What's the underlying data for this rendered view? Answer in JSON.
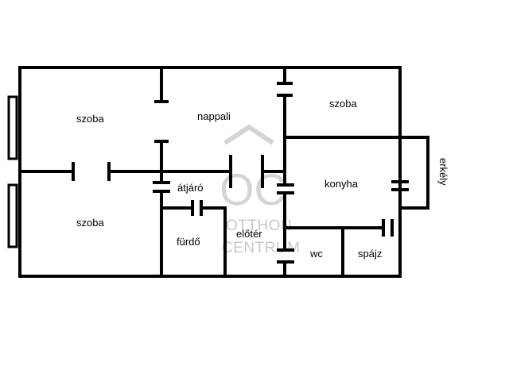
{
  "rooms": {
    "szoba_top_left": "szoba",
    "nappali": "nappali",
    "szoba_top_right": "szoba",
    "erkely": "erkély",
    "atjaro": "átjáró",
    "konyha": "konyha",
    "szoba_bottom_left": "szoba",
    "furdo": "fürdő",
    "eloter": "előtér",
    "wc": "wc",
    "spajz": "spájz"
  },
  "watermark": {
    "logo": "OC",
    "line1": "OTTHON",
    "line2": "CENTRUM"
  },
  "colors": {
    "wall": "#000000",
    "background": "#ffffff",
    "watermark": "#c8c8c8"
  }
}
